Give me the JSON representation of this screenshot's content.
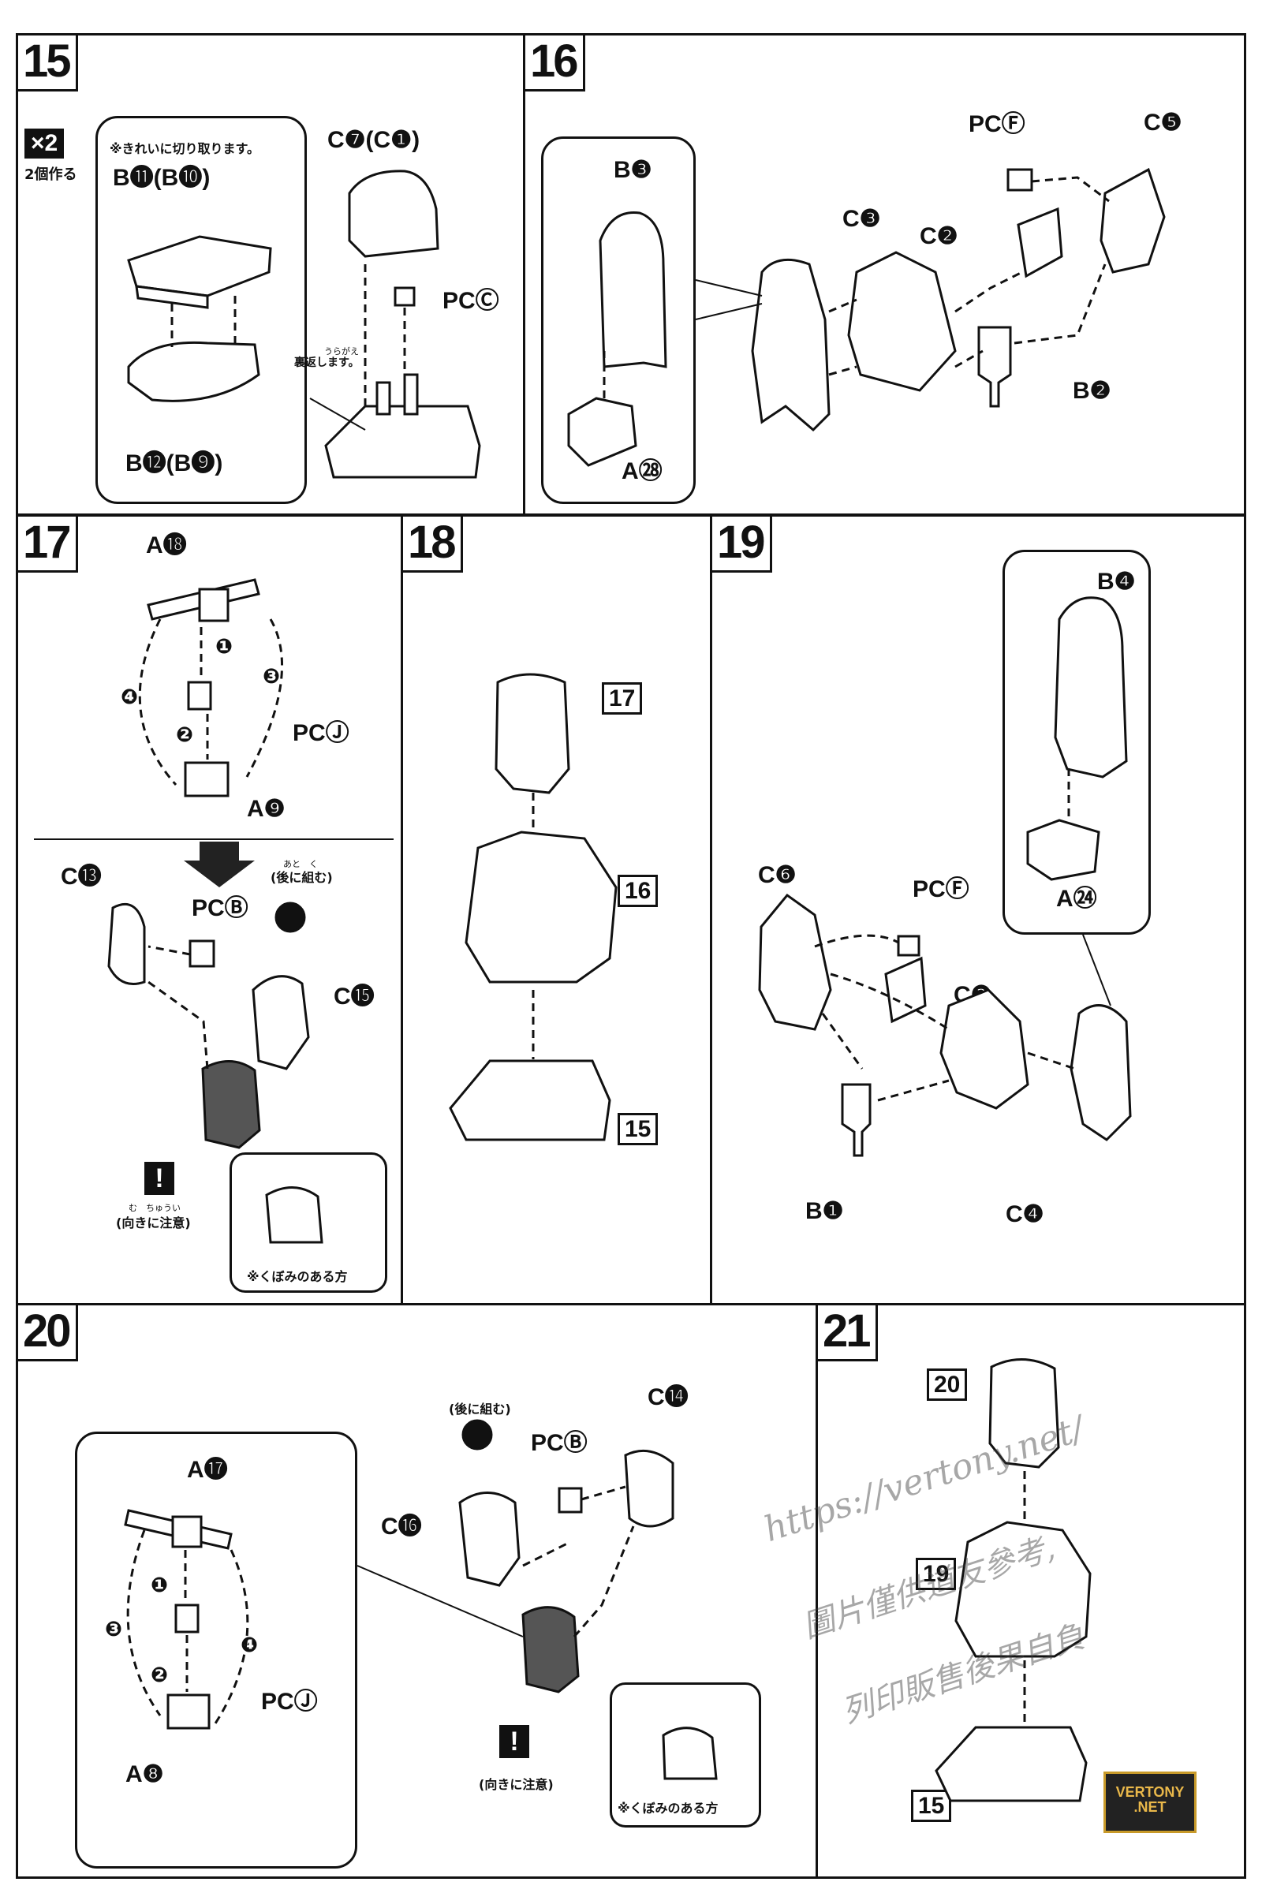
{
  "steps": {
    "s15": {
      "num": "15",
      "multiplier": "×2",
      "make_two": "2個作る",
      "note_clean_cut": "※きれいに切り取ります。",
      "reverse_note": "裏返します。",
      "reverse_ruby": "うらがえ",
      "parts": {
        "b11": "B⓫(B❿)",
        "b12": "B⓬(B❾)",
        "c7": "C❼(C❶)",
        "pcc": "PCⒸ"
      }
    },
    "s16": {
      "num": "16",
      "parts": {
        "b3": "B❸",
        "c3": "C❸",
        "c2": "C❷",
        "pcf": "PCⒻ",
        "c5": "C❺",
        "b2": "B❷",
        "a28": "A㉘"
      }
    },
    "s17": {
      "num": "17",
      "parts": {
        "a18": "A⓲",
        "pcj": "PCⒿ",
        "a9": "A❾",
        "c13": "C⓭",
        "pcb": "PCⒷ",
        "c15": "C⓯"
      },
      "order": [
        "❶",
        "❷",
        "❸",
        "❹"
      ],
      "assemble_later": "(後に組む)",
      "assemble_later_ruby": "あと　く",
      "caution": "(向きに注意)",
      "caution_ruby": "む　ちゅうい",
      "recess_side": "※くぼみのある方"
    },
    "s18": {
      "num": "18",
      "refs": [
        "17",
        "16",
        "15"
      ]
    },
    "s19": {
      "num": "19",
      "parts": {
        "b4": "B❹",
        "a24": "A㉔",
        "c6": "C❻",
        "pcf": "PCⒻ",
        "c2": "C❷",
        "b1": "B❶",
        "c4": "C❹"
      }
    },
    "s20": {
      "num": "20",
      "parts": {
        "a17": "A⓱",
        "pcj": "PCⒿ",
        "a8": "A❽",
        "c14": "C⓮",
        "pcb": "PCⒷ",
        "c16": "C⓰"
      },
      "order": [
        "❶",
        "❷",
        "❸",
        "❹"
      ],
      "assemble_later": "(後に組む)",
      "caution": "(向きに注意)",
      "recess_side": "※くぼみのある方"
    },
    "s21": {
      "num": "21",
      "refs": [
        "20",
        "19",
        "15"
      ]
    }
  },
  "watermark": {
    "url": "https://vertony.net/",
    "line1": "圖片僅供道友參考,",
    "line2": "列印販售後果自負"
  },
  "logo": {
    "line1": "VERTONY",
    "line2": ".NET"
  }
}
